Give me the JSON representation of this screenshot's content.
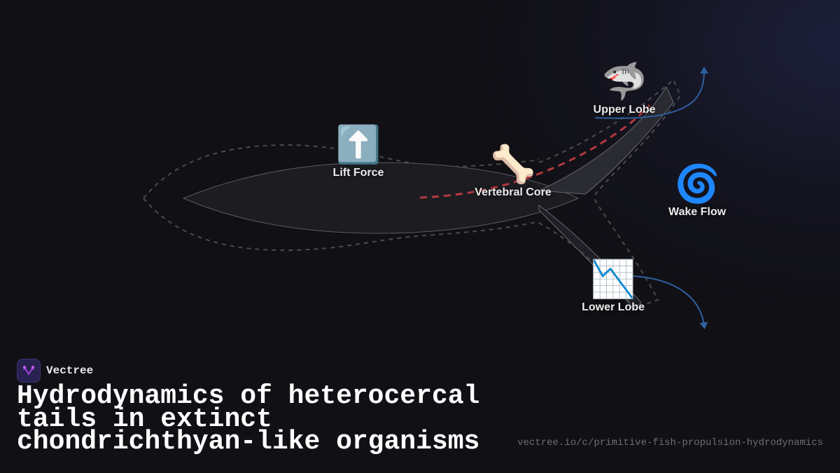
{
  "diagram": {
    "nodes": [
      {
        "id": "lift-force",
        "label": "Lift Force",
        "icon": "up-arrow-icon",
        "glyph": "⬆️"
      },
      {
        "id": "vertebral-core",
        "label": "Vertebral Core",
        "icon": "bone-icon",
        "glyph": "🦴"
      },
      {
        "id": "upper-lobe",
        "label": "Upper Lobe",
        "icon": "shark-icon",
        "glyph": "🦈"
      },
      {
        "id": "wake-flow",
        "label": "Wake Flow",
        "icon": "cyclone-icon",
        "glyph": "🌀"
      },
      {
        "id": "lower-lobe",
        "label": "Lower Lobe",
        "icon": "chart-decreasing-icon",
        "glyph": "📉"
      }
    ],
    "colors": {
      "background": "#111015",
      "body_fill": "#1d1c21",
      "outline_dashed": "#4a4a4f",
      "vertebral_line": "#b23a3e",
      "flow_arrow": "#2f5f9e",
      "lobe_fill": "#2a2a31"
    }
  },
  "brand": {
    "name": "Vectree",
    "icon": "vectree-logo-icon",
    "accent": "#a340d9"
  },
  "title": "Hydrodynamics of heterocercal tails in extinct chondrichthyan-like organisms",
  "url": "vectree.io/c/primitive-fish-propulsion-hydrodynamics"
}
